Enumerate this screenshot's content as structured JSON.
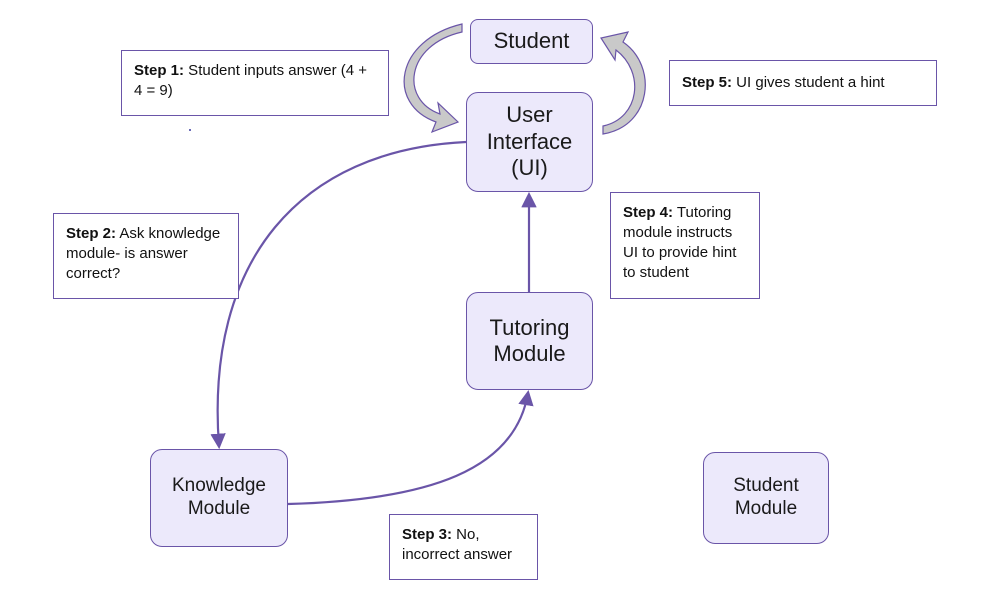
{
  "nodes": {
    "student": {
      "label": "Student"
    },
    "ui": {
      "label": "User\nInterface\n(UI)"
    },
    "tutoring": {
      "label": "Tutoring\nModule"
    },
    "knowledge": {
      "label": "Knowledge\nModule"
    },
    "student_module": {
      "label": "Student\nModule"
    }
  },
  "steps": [
    {
      "label": "Step 1:",
      "text": " Student inputs answer (4 + 4 = 9)"
    },
    {
      "label": "Step 2:",
      "text": " Ask knowledge module- is answer correct?"
    },
    {
      "label": "Step 3:",
      "text": " No, incorrect answer"
    },
    {
      "label": "Step 4:",
      "text": " Tutoring module instructs UI to provide hint to student"
    },
    {
      "label": "Step 5:",
      "text": " UI gives student a hint"
    }
  ],
  "colors": {
    "node_fill": "#ece9fb",
    "node_border": "#6a55a8",
    "arrow": "#6a55a8",
    "curved_arrow_fill": "#c9c9c9"
  }
}
